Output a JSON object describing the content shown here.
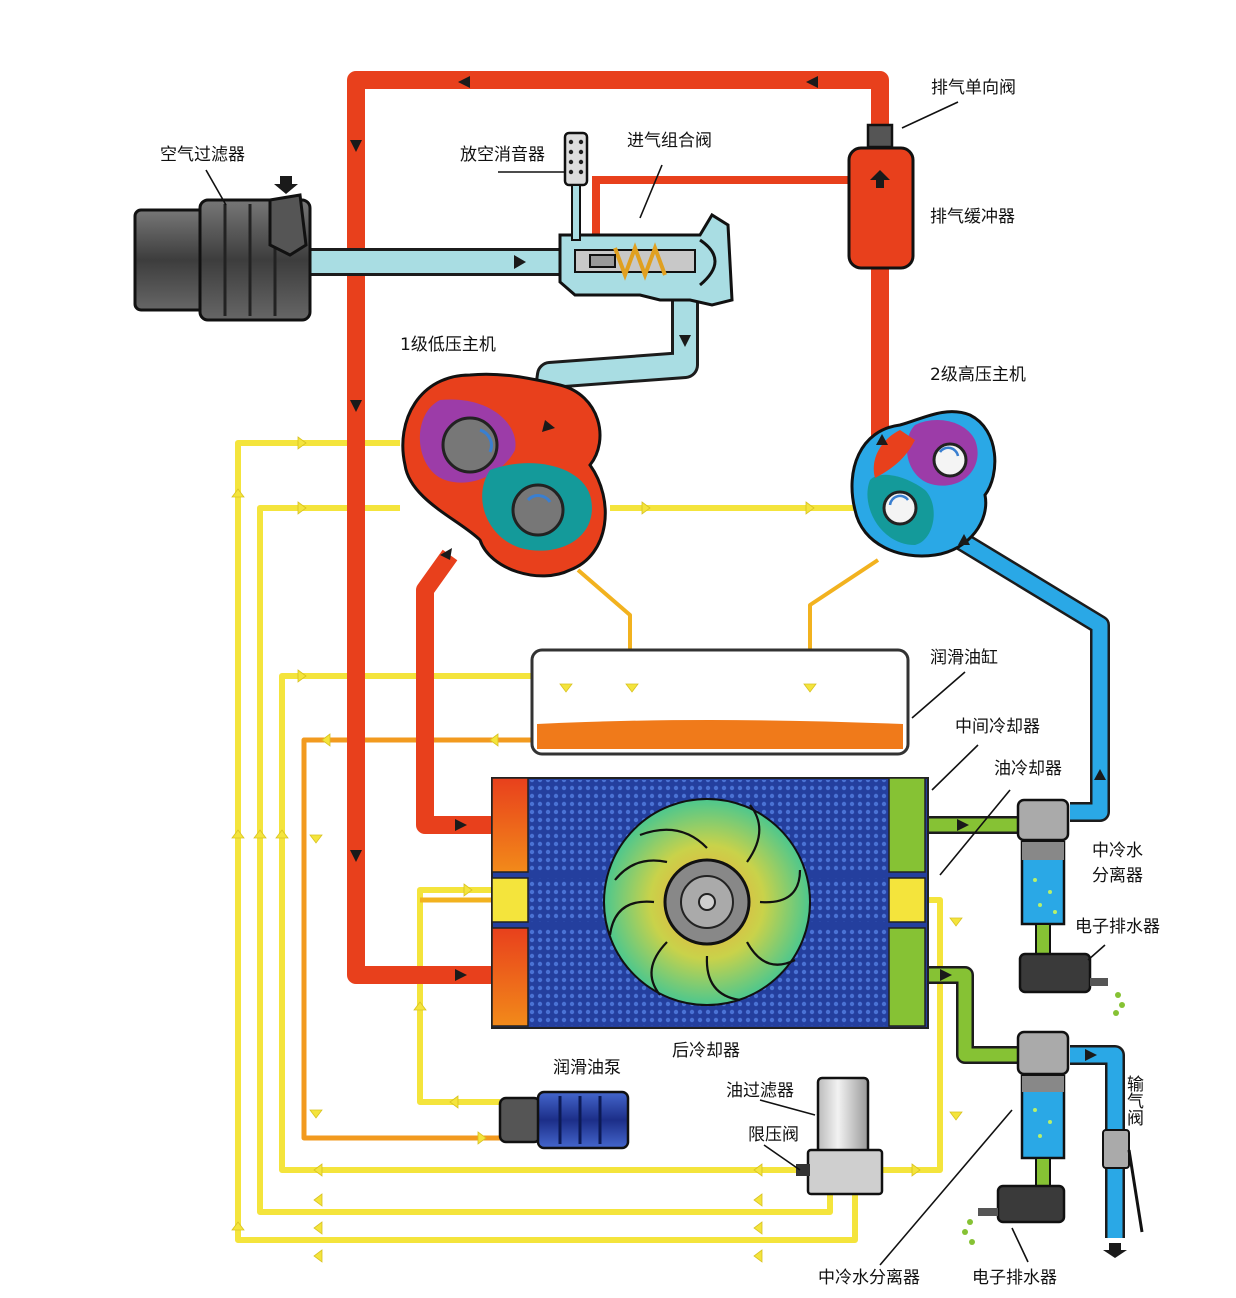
{
  "labels": {
    "air_filter": "空气过滤器",
    "vent_muffler": "放空消音器",
    "intake_valve": "进气组合阀",
    "discharge_check_valve": "排气单向阀",
    "discharge_buffer": "排气缓冲器",
    "stage1_compressor": "1级低压主机",
    "stage2_compressor": "2级高压主机",
    "lube_tank": "润滑油缸",
    "intercooler": "中间冷却器",
    "oil_cooler": "油冷却器",
    "inter_water_separator_1": "中冷水",
    "inter_water_separator_2": "分离器",
    "electronic_drain_1": "电子排水器",
    "aftercooler": "后冷却器",
    "lube_pump": "润滑油泵",
    "oil_filter": "油过滤器",
    "pressure_limit_valve": "限压阀",
    "output_valve": "输气阀",
    "inter_water_separator_bottom": "中冷水分离器",
    "electronic_drain_2": "电子排水器"
  },
  "colors": {
    "hot_air": "#e8401c",
    "cool_air": "#a9dde3",
    "oil": "#f4e43c",
    "oil_hot": "#f29a1f",
    "water_cooled_air": "#2aa8e6",
    "green_air": "#86c234",
    "cooler_core": "#2a4aa8"
  }
}
